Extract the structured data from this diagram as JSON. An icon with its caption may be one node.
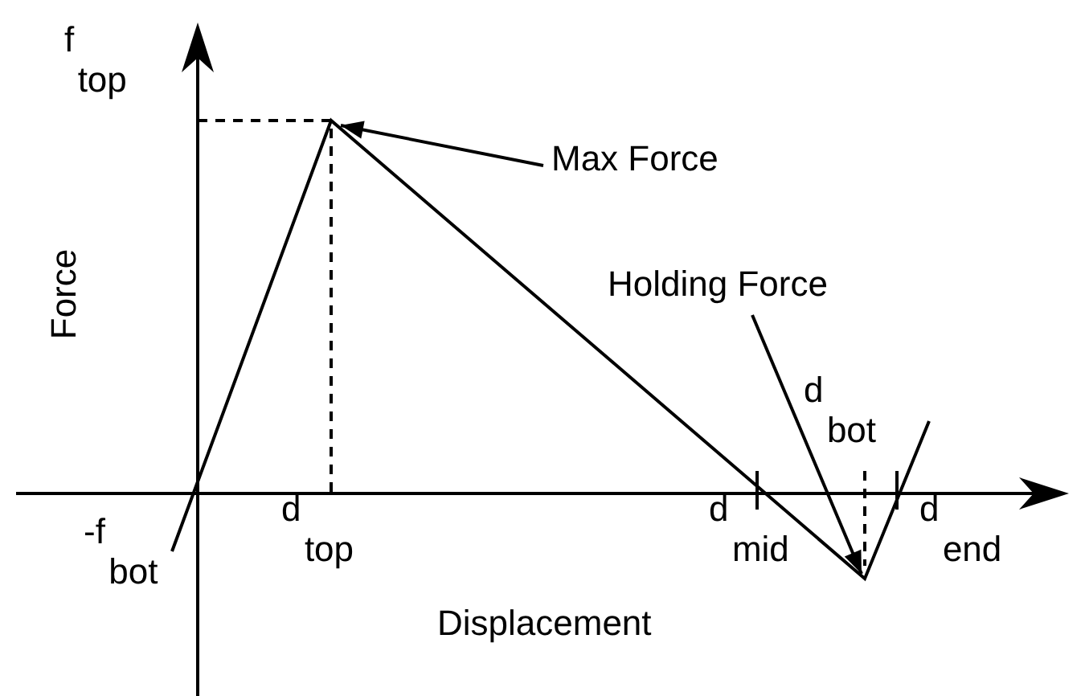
{
  "diagram": {
    "nodes": [
      {
        "text": [
          "Max Force"
        ]
      },
      {
        "text": [
          "Holding Force"
        ]
      }
    ],
    "edges": [
      {
        "from": 0,
        "to": null,
        "arrow": "to"
      },
      {
        "from": 1,
        "to": null,
        "arrow": "to"
      }
    ],
    "labels": [
      "f$_{top}$",
      "Force",
      "-f$_{bot}$",
      "d$_{top}$",
      "d$_{mid}$",
      "d$_{bot}$",
      "d$_{end}$",
      "Displacement"
    ]
  }
}
